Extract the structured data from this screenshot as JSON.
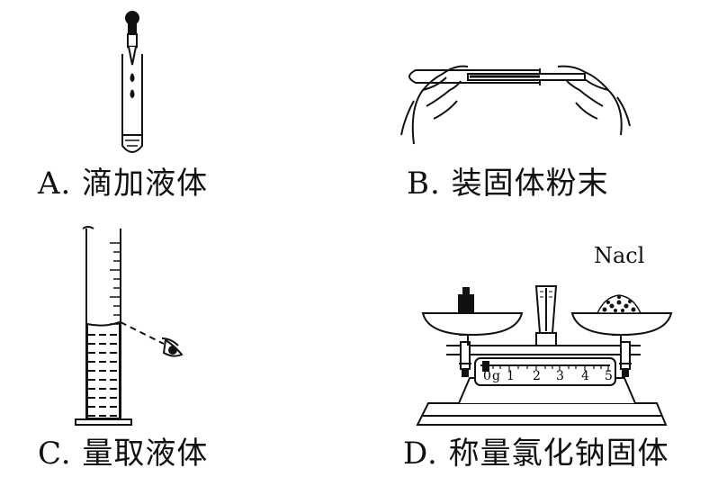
{
  "panels": {
    "a": {
      "caption": "A. 滴加液体"
    },
    "b": {
      "caption": "B. 装固体粉末"
    },
    "c": {
      "caption": "C. 量取液体"
    },
    "d": {
      "caption": "D. 称量氯化钠固体",
      "substance_label": "Nacl",
      "scale_unit": "g",
      "scale_ticks": [
        "0",
        "1",
        "2",
        "3",
        "4",
        "5"
      ]
    }
  }
}
